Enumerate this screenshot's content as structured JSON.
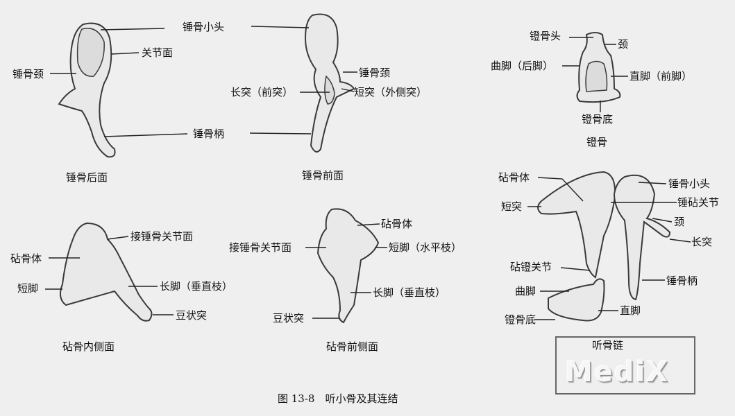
{
  "malleus": {
    "head": "锤骨小头",
    "articular_surface": "关节面",
    "neck_posterior": "锤骨颈",
    "manubrium": "锤骨柄",
    "posterior_view_caption": "锤骨后面",
    "anterior_view_caption": "锤骨前面",
    "neck_anterior": "锤骨颈",
    "long_process": "长突（前突）",
    "short_process": "短突（外侧突）"
  },
  "incus": {
    "medial": {
      "articular_surface": "接锤骨关节面",
      "body": "砧骨体",
      "short_crus": "短脚",
      "long_crus": "长脚（垂直枝）",
      "lenticular_process": "豆状突",
      "caption": "砧骨内侧面"
    },
    "anterolateral": {
      "body": "砧骨体",
      "articular_surface": "接锤骨关节面",
      "short_crus": "短脚（水平枝）",
      "long_crus": "长脚（垂直枝）",
      "lenticular_process": "豆状突",
      "caption": "砧骨前侧面"
    }
  },
  "stapes": {
    "head": "镫骨头",
    "neck": "颈",
    "posterior_crus": "曲脚（后脚）",
    "anterior_crus": "直脚（前脚）",
    "base": "镫骨底",
    "caption": "镫骨"
  },
  "chain": {
    "incus_body": "砧骨体",
    "short_process": "短突",
    "malleus_head": "锤骨小头",
    "incudomalleolar_joint": "锤砧关节",
    "neck": "颈",
    "long_process": "长突",
    "incudostapedial_joint": "砧镫关节",
    "posterior_crus": "曲脚",
    "manubrium": "锤骨柄",
    "anterior_crus": "直脚",
    "base": "镫骨底",
    "caption": "听骨链"
  },
  "watermark": "MediX",
  "figure_caption": "图 13-8　听小骨及其连结"
}
